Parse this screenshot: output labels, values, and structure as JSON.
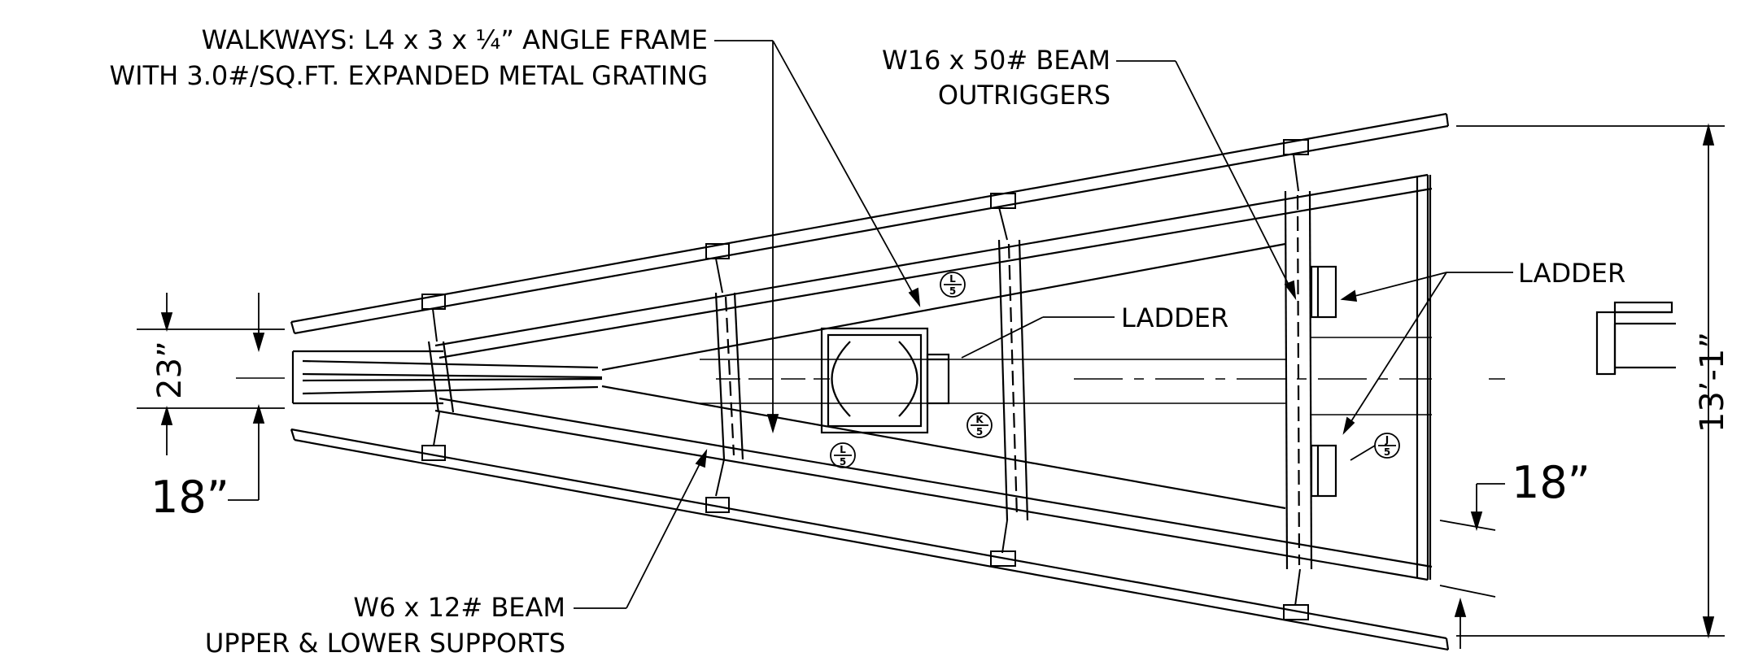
{
  "callouts": {
    "walkways_line1": "WALKWAYS: L4 x 3 x ¼” ANGLE FRAME",
    "walkways_line2": "WITH 3.0#/SQ.FT. EXPANDED METAL GRATING",
    "w16_line1": "W16 x 50# BEAM",
    "w16_line2": "OUTRIGGERS",
    "ladder_center": "LADDER",
    "ladder_right": "LADDER",
    "w6_line1": "W6 x 12# BEAM",
    "w6_line2": "UPPER & LOWER SUPPORTS"
  },
  "dimensions": {
    "left_width": "23”",
    "left_walkway": "18”",
    "right_walkway": "18”",
    "overall_height": "13’-1”"
  },
  "detail_bubbles": [
    {
      "top": "L",
      "bottom": "5"
    },
    {
      "top": "L",
      "bottom": "5"
    },
    {
      "top": "K",
      "bottom": "5"
    },
    {
      "top": "J",
      "bottom": "5"
    }
  ],
  "colors": {
    "line": "#000000",
    "background": "#ffffff"
  }
}
